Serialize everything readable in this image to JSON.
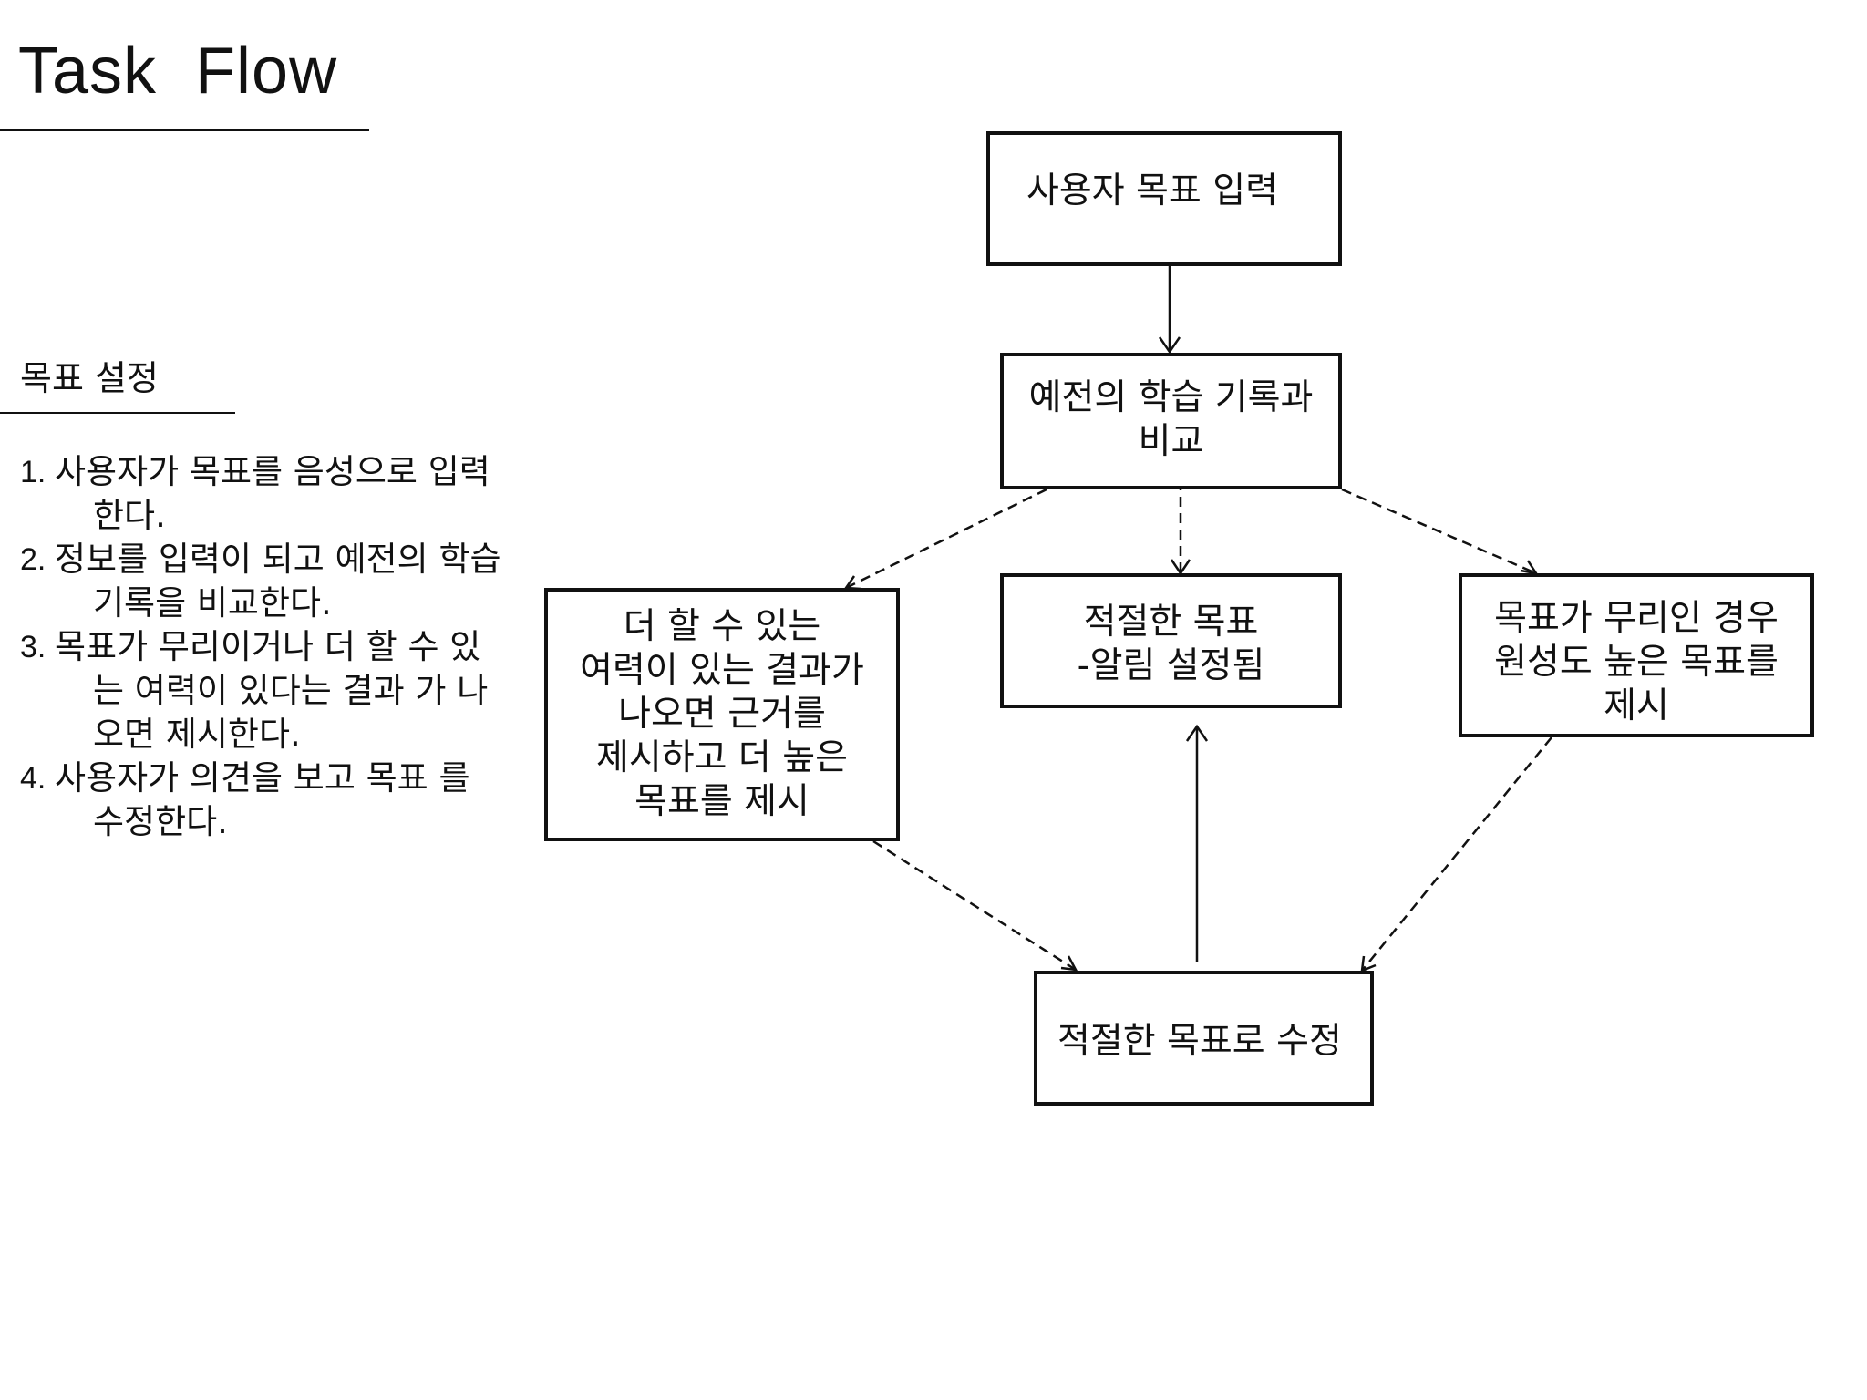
{
  "header": {
    "title": "Task  Flow"
  },
  "sidebar": {
    "heading": "목표 설정",
    "steps": [
      {
        "num": "1.",
        "text": "사용자가 목표를 음성으로 입력한다."
      },
      {
        "num": "2.",
        "text": "정보를 입력이 되고 예전의 학습 기록을 비교한다."
      },
      {
        "num": "3.",
        "text": "목표가 무리이거나 더 할 수 있는 여력이  있다는 결과 가 나오면 제시한다."
      },
      {
        "num": "4.",
        "text": "사용자가 의견을 보고 목표 를 수정한다."
      }
    ]
  },
  "flow": {
    "nodes": {
      "input": "사용자 목표 입력",
      "compare": "예전의 학습 기록과\n비교",
      "more": "더 할 수 있는\n여력이 있는 결과가\n나오면 근거를\n제시하고 더 높은\n목표를 제시",
      "appropriate": "적절한 목표\n-알림 설정됨",
      "toohard": "목표가 무리인 경우\n원성도 높은 목표를\n제시",
      "modify": "적절한 목표로 수정"
    }
  }
}
